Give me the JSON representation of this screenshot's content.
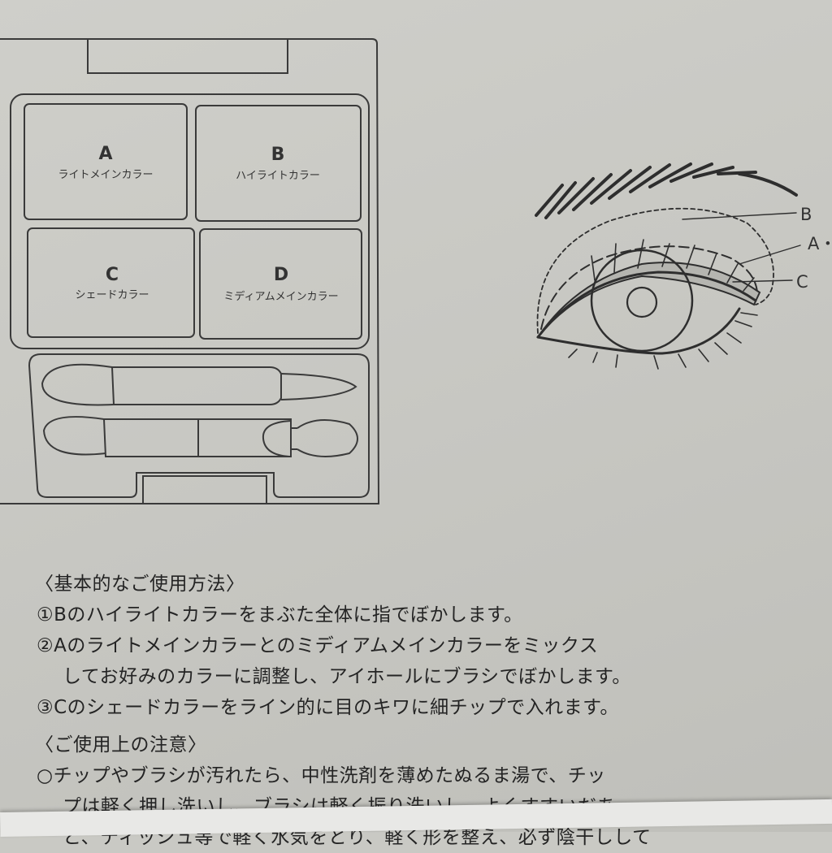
{
  "palette_diagram": {
    "wells": [
      {
        "letter": "A",
        "name": "ライトメインカラー"
      },
      {
        "letter": "B",
        "name": "ハイライトカラー"
      },
      {
        "letter": "C",
        "name": "シェードカラー"
      },
      {
        "letter": "D",
        "name": "ミディアムメインカラー"
      }
    ]
  },
  "eye_diagram": {
    "labels": [
      "B",
      "A・",
      "C"
    ]
  },
  "usage": {
    "title": "〈基本的なご使用方法〉",
    "steps": [
      "①Bのハイライトカラーをまぶた全体に指でぼかします。",
      "②Aのライトメインカラーとのミディアムメインカラーをミックス",
      "してお好みのカラーに調整し、アイホールにブラシでぼかします。",
      "③Cのシェードカラーをライン的に目のキワに細チップで入れます。"
    ]
  },
  "cautions": {
    "title": "〈ご使用上の注意〉",
    "lines": [
      "○チップやブラシが汚れたら、中性洗剤を薄めたぬるま湯で、チッ",
      "プは軽く押し洗いし、ブラシは軽く振り洗いし、よくすすいだあ",
      "と、ティッシュ等で軽く水気をとり、軽く形を整え、必ず陰干しして"
    ]
  }
}
